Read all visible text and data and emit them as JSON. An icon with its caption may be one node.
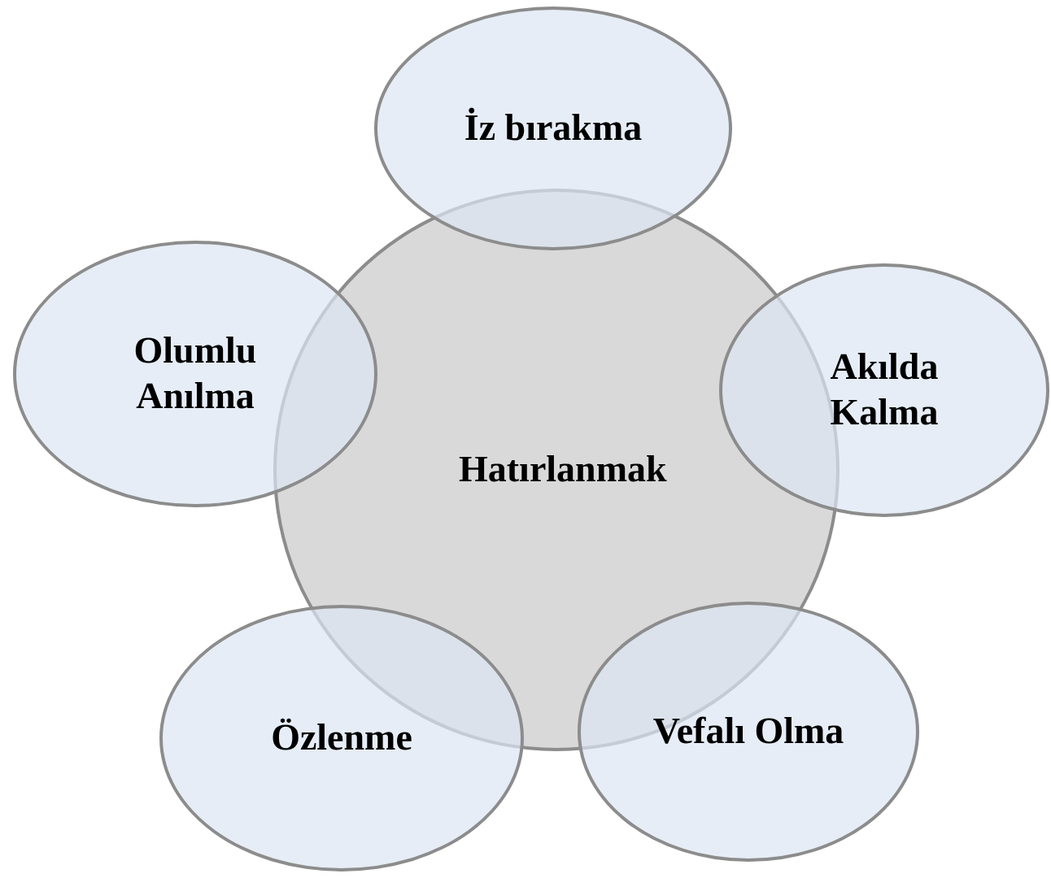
{
  "diagram": {
    "nodes": [
      {
        "text": [
          "İz bırakma"
        ]
      },
      {
        "text": [
          "Olumlu Anılma"
        ]
      },
      {
        "text": [
          "Akılda Kalma"
        ]
      },
      {
        "text": [
          "Hatırlanmak"
        ]
      },
      {
        "text": [
          "Özlenme"
        ]
      },
      {
        "text": [
          "Vefalı Olma"
        ]
      }
    ]
  }
}
